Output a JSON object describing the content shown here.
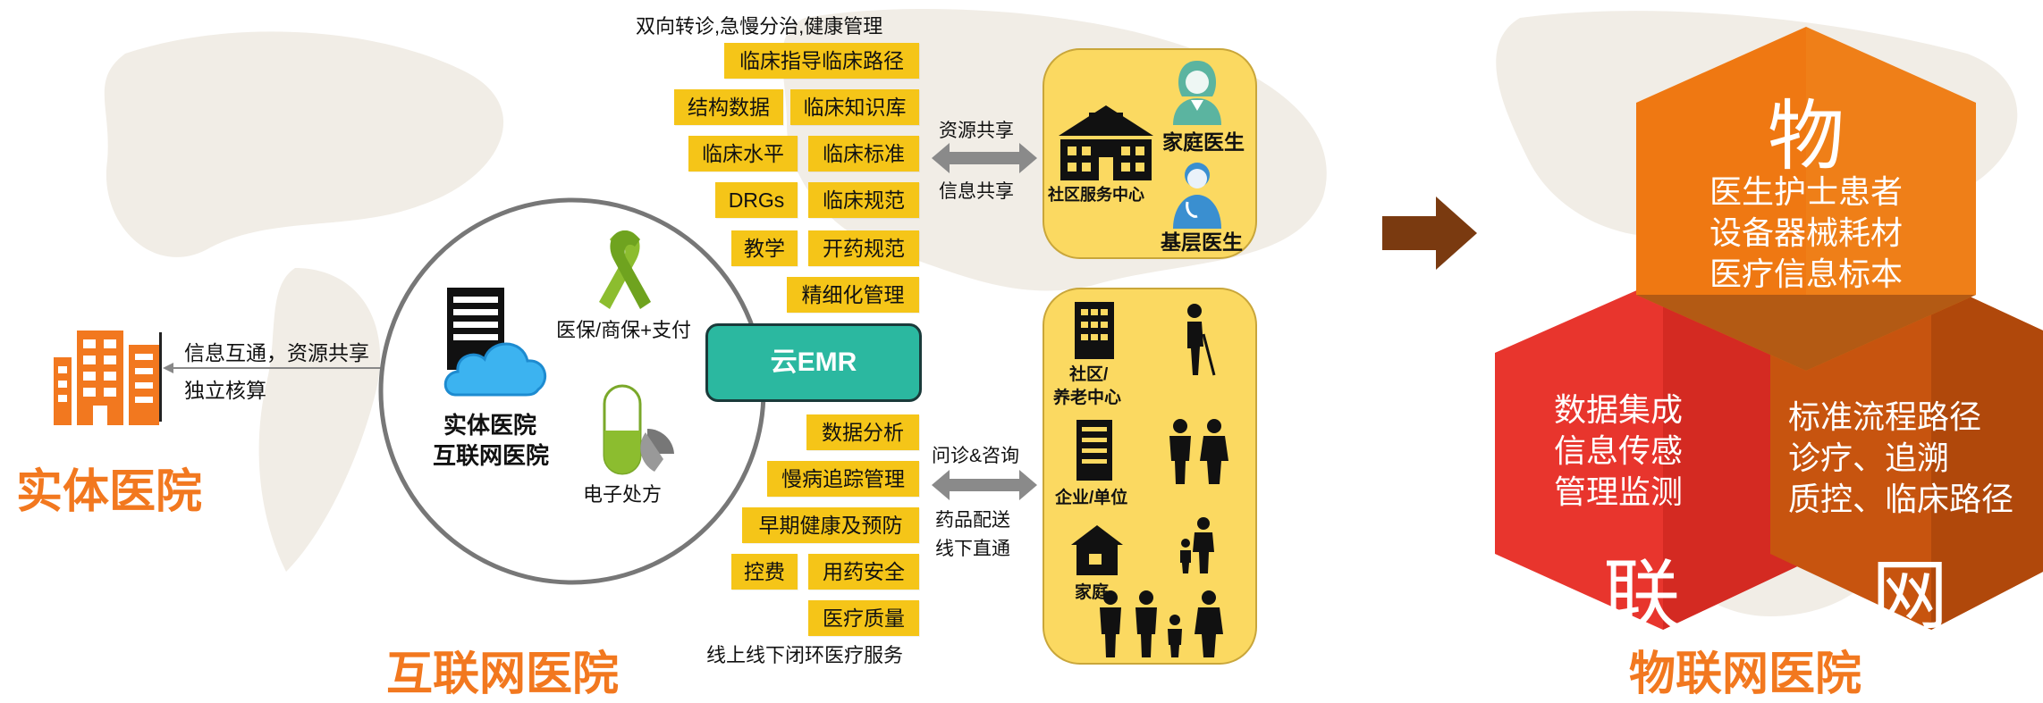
{
  "physical_hospital": {
    "title": "实体医院",
    "link_text_1": "信息互通，资源共享",
    "link_text_2": "独立核算"
  },
  "internet_hospital": {
    "title": "互联网医院",
    "circle_center_line1": "实体医院",
    "circle_center_line2": "互联网医院",
    "insurance_label": "医保/商保+支付",
    "prescription_label": "电子处方",
    "emr_label": "云EMR",
    "top_caption": "双向转诊,急慢分治,健康管理",
    "bottom_caption": "线上线下闭环医疗服务",
    "top_tags": [
      "临床指导临床路径",
      "结构数据",
      "临床知识库",
      "临床水平",
      "临床标准",
      "DRGs",
      "临床规范",
      "教学",
      "开药规范",
      "精细化管理"
    ],
    "bottom_tags": [
      "数据分析",
      "慢病追踪管理",
      "早期健康及预防",
      "控费",
      "用药安全",
      "医疗质量"
    ]
  },
  "connector_top": {
    "above": "资源共享",
    "below": "信息共享"
  },
  "connector_bottom": {
    "above": "问诊&咨询",
    "below_line1": "药品配送",
    "below_line2": "线下直通"
  },
  "community_panel": {
    "center": "社区服务中心",
    "family_doctor": "家庭医生",
    "primary_doctor": "基层医生"
  },
  "users_panel": {
    "community": "社区/",
    "elderly_center": "养老中心",
    "enterprise": "企业/单位",
    "family": "家庭"
  },
  "iot_hospital": {
    "title": "物联网医院",
    "top_char": "物",
    "top_lines": [
      "医生护士患者",
      "设备器械耗材",
      "医疗信息标本"
    ],
    "left_lines": [
      "数据集成",
      "信息传感",
      "管理监测"
    ],
    "left_char": "联",
    "right_lines": [
      "标准流程路径",
      "诊疗、追溯",
      "质控、临床路径"
    ],
    "right_char": "网"
  },
  "colors": {
    "orange": "#f2781f",
    "tag_yellow": "#f5c518",
    "emr_teal": "#2bb8a0",
    "hex_top": "#ef7812",
    "hex_left": "#e8352d",
    "hex_right": "#c7540f",
    "arrow_brown": "#7a3a10"
  }
}
